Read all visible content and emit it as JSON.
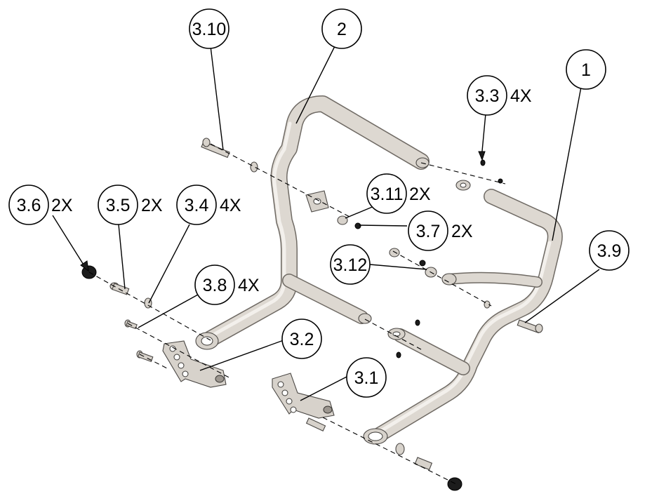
{
  "callouts": [
    {
      "id": "c-1",
      "label": "1",
      "qty": ""
    },
    {
      "id": "c-2",
      "label": "2",
      "qty": ""
    },
    {
      "id": "c-3-1",
      "label": "3.1",
      "qty": ""
    },
    {
      "id": "c-3-2",
      "label": "3.2",
      "qty": ""
    },
    {
      "id": "c-3-3",
      "label": "3.3",
      "qty": "4X"
    },
    {
      "id": "c-3-4",
      "label": "3.4",
      "qty": "4X"
    },
    {
      "id": "c-3-5",
      "label": "3.5",
      "qty": "2X"
    },
    {
      "id": "c-3-6",
      "label": "3.6",
      "qty": "2X"
    },
    {
      "id": "c-3-7",
      "label": "3.7",
      "qty": "2X"
    },
    {
      "id": "c-3-8",
      "label": "3.8",
      "qty": "4X"
    },
    {
      "id": "c-3-9",
      "label": "3.9",
      "qty": ""
    },
    {
      "id": "c-3-10",
      "label": "3.10",
      "qty": ""
    },
    {
      "id": "c-3-11",
      "label": "3.11",
      "qty": "2X"
    },
    {
      "id": "c-3-12",
      "label": "3.12",
      "qty": ""
    }
  ]
}
